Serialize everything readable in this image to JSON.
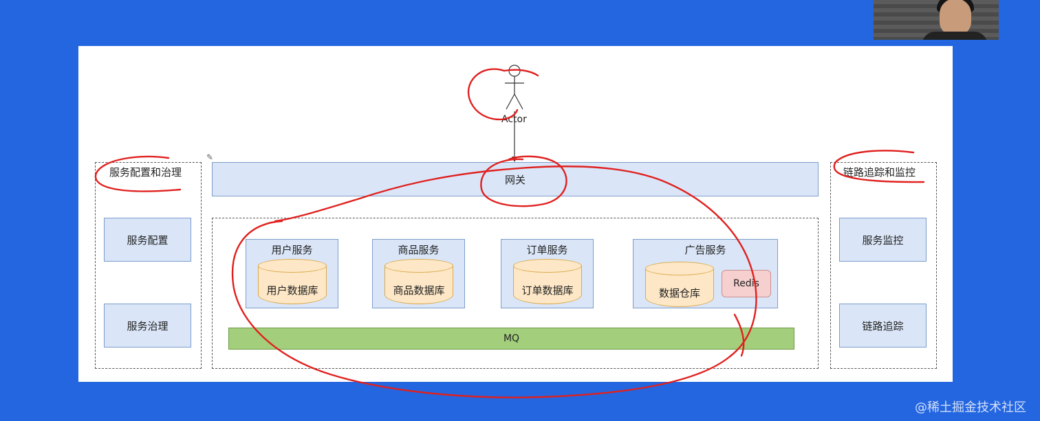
{
  "colors": {
    "background": "#2466e0",
    "annotation": "#e0201e",
    "box_fill": "#dae6f8",
    "db_fill": "#fde7c6",
    "redis_fill": "#f6cfcf",
    "mq_fill": "#a3cf7c"
  },
  "actor": {
    "label": "Actor"
  },
  "gateway": {
    "label": "网关"
  },
  "left_group": {
    "title": "服务配置和治理",
    "items": [
      "服务配置",
      "服务治理"
    ]
  },
  "right_group": {
    "title": "链路追踪和监控",
    "items": [
      "服务监控",
      "链路追踪"
    ]
  },
  "services": [
    {
      "title": "用户服务",
      "db": "用户数据库"
    },
    {
      "title": "商品服务",
      "db": "商品数据库"
    },
    {
      "title": "订单服务",
      "db": "订单数据库"
    },
    {
      "title": "广告服务",
      "db": "数据仓库",
      "cache": "Redis"
    }
  ],
  "mq": {
    "label": "MQ"
  },
  "watermark": "@稀土掘金技术社区",
  "icons": [
    "pencil-icon",
    "actor-icon",
    "webcam-presenter"
  ]
}
